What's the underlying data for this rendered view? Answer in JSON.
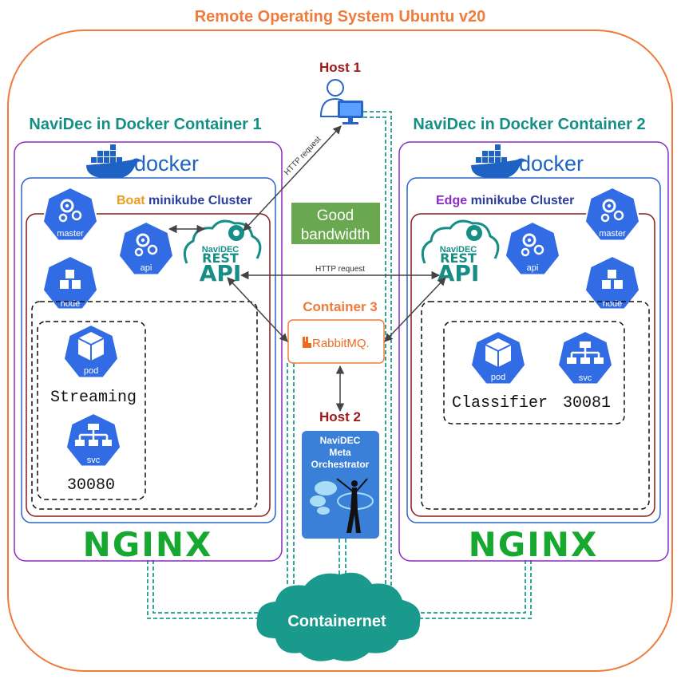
{
  "title": "Remote Operating System Ubuntu v20",
  "host1": {
    "label": "Host 1"
  },
  "host2": {
    "label": "Host 2"
  },
  "container1": {
    "label": "NaviDec in Docker Container 1",
    "docker_label": "docker",
    "cluster_prefix": "Boat",
    "cluster_suffix": " minikube Cluster",
    "master_label": "master",
    "api_label": "api",
    "node_label": "node",
    "pod_label": "pod",
    "pod_name": "Streaming",
    "svc_label": "svc",
    "svc_port": "30080",
    "nginx": "NGINX"
  },
  "container2": {
    "label": "NaviDec in Docker Container 2",
    "docker_label": "docker",
    "cluster_prefix": "Edge",
    "cluster_suffix": " minikube Cluster",
    "master_label": "master",
    "api_label": "api",
    "node_label": "node",
    "pod_label": "pod",
    "pod_name": "Classifier",
    "svc_label": "svc",
    "svc_port": "30081",
    "nginx": "NGINX"
  },
  "rest_api": {
    "navi": "NaviDEC",
    "rest": "REST",
    "api": "API"
  },
  "good_bandwidth": {
    "line1": "Good",
    "line2": "bandwidth"
  },
  "http_request_1": "HTTP request",
  "http_request_2": "HTTP request",
  "container3": {
    "label": "Container 3",
    "rabbit": "RabbitMQ."
  },
  "orchestrator": {
    "line1": "NaviDEC",
    "line2": "Meta",
    "line3": "Orchestrator"
  },
  "network": {
    "label": "Containernet"
  },
  "colors": {
    "orange": "#ef7b3c",
    "teal": "#158f84",
    "purple": "#8a2bc4",
    "blue": "#2a64c8",
    "darkred": "#8b1a1a",
    "k8s_blue": "#326ce5",
    "green": "#6aa84f",
    "nginx_green": "#17a830"
  }
}
